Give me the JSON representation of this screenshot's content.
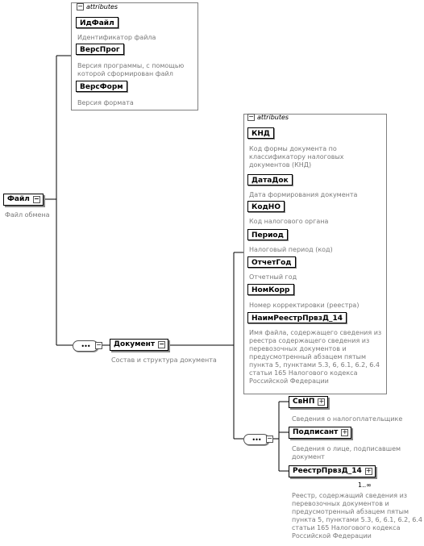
{
  "root": {
    "name": "Файл",
    "description": "Файл обмена"
  },
  "attributes_header": "attributes",
  "root_attributes": [
    {
      "name": "ИдФайл",
      "description": "Идентификатор файла"
    },
    {
      "name": "ВерсПрог",
      "description": "Версия программы, с помощью которой сформирован файл"
    },
    {
      "name": "ВерсФорм",
      "description": "Версия формата"
    }
  ],
  "document": {
    "name": "Документ",
    "description": "Состав и структура документа"
  },
  "document_attributes": [
    {
      "name": "КНД",
      "description": "Код формы документа по классификатору налоговых документов (КНД)"
    },
    {
      "name": "ДатаДок",
      "description": "Дата формирования документа"
    },
    {
      "name": "КодНО",
      "description": "Код налогового органа"
    },
    {
      "name": "Период",
      "description": "Налоговый период (код)"
    },
    {
      "name": "ОтчетГод",
      "description": "Отчетный год"
    },
    {
      "name": "НомКорр",
      "description": "Номер корректировки (реестра)"
    },
    {
      "name": "НаимРеестрПрвзД_14",
      "description": "Имя файла, содержащего сведения из реестра содержащего сведения из перевозочных документов и предусмотренный абзацем пятым пункта 5, пунктами 5.3, 6, 6.1, 6.2, 6.4 статьи 165 Налогового кодекса Российской Федерации"
    }
  ],
  "document_children": [
    {
      "name": "СвНП",
      "description": "Сведения о налогоплательщике"
    },
    {
      "name": "Подписант",
      "description": "Сведения о лице, подписавшем документ"
    },
    {
      "name": "РеестрПрвзД_14",
      "description": "Реестр, содержащий сведения из перевозочных документов и предусмотренный абзацем пятым пункта 5, пунктами 5.3, 6, 6.1, 6.2, 6.4 статьи 165 Налогового кодекса Российской Федерации",
      "multiplicity": "1..∞"
    }
  ],
  "icons": {
    "expand": "plus-icon",
    "collapse": "minus-icon",
    "sequence": "sequence-icon"
  }
}
